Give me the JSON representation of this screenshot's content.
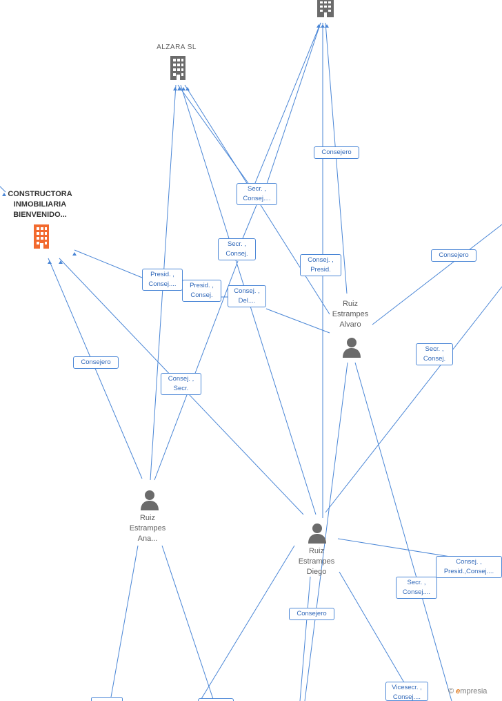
{
  "nodes": {
    "alzara": {
      "label": "ALZARA SL"
    },
    "constructora": {
      "label_lines": [
        "CONSTRUCTORA",
        "INMOBILIARIA",
        "BIENVENIDO..."
      ]
    },
    "top_company": {
      "label": ""
    },
    "alvaro": {
      "label_lines": [
        "Ruiz",
        "Estrampes",
        "Alvaro"
      ]
    },
    "ana": {
      "label_lines": [
        "Ruiz",
        "Estrampes",
        "Ana..."
      ]
    },
    "diego": {
      "label_lines": [
        "Ruiz",
        "Estrampes",
        "Diego"
      ]
    }
  },
  "roles": [
    {
      "id": "r1",
      "lines": [
        "Consejero"
      ]
    },
    {
      "id": "r2",
      "lines": [
        "Secr. ,",
        "Consej...."
      ]
    },
    {
      "id": "r3",
      "lines": [
        "Secr. ,",
        "Consej."
      ]
    },
    {
      "id": "r4",
      "lines": [
        "Consej. ,",
        "Presid."
      ]
    },
    {
      "id": "r5",
      "lines": [
        "Consejero"
      ]
    },
    {
      "id": "r6",
      "lines": [
        "Presid. ,",
        "Consej...."
      ]
    },
    {
      "id": "r7",
      "lines": [
        "Presid. ,",
        "Consej."
      ]
    },
    {
      "id": "r8",
      "lines": [
        "Consej. ,",
        "Del...."
      ]
    },
    {
      "id": "r9",
      "lines": [
        "Consejero"
      ]
    },
    {
      "id": "r10",
      "lines": [
        "Secr. ,",
        "Consej."
      ]
    },
    {
      "id": "r11",
      "lines": [
        "Consej. ,",
        "Secr."
      ]
    },
    {
      "id": "r12",
      "lines": [
        "Consej. ,",
        "Presid.,Consej...."
      ]
    },
    {
      "id": "r13",
      "lines": [
        "Secr. ,",
        "Consej...."
      ]
    },
    {
      "id": "r14",
      "lines": [
        "Consejero"
      ]
    },
    {
      "id": "r15",
      "lines": [
        "Vicesecr. ,",
        "Consej...."
      ]
    }
  ],
  "brand": {
    "copyright": "©",
    "name_initial": "e",
    "name_rest": "mpresia"
  },
  "colors": {
    "edge": "#4a86d6",
    "role_text": "#2f67b8",
    "company_gray": "#6b6b6b",
    "company_orange": "#f26a2e",
    "person_gray": "#6b6b6b"
  }
}
